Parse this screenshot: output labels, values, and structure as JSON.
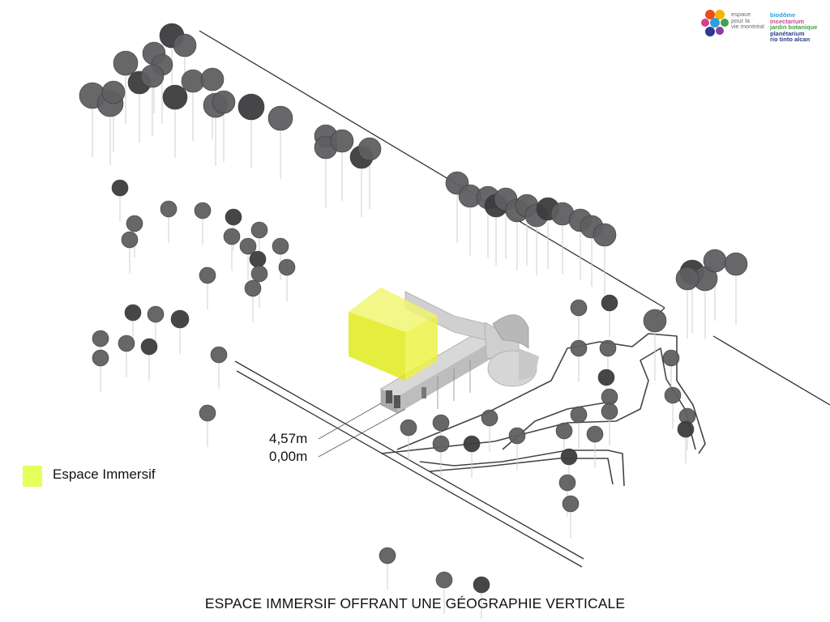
{
  "logo": {
    "org_lines": [
      "espace",
      "pour la",
      "vie montréal"
    ],
    "brands": [
      {
        "name": "biodôme",
        "color": "#2e9fd8"
      },
      {
        "name": "insectarium",
        "color": "#d43f8d"
      },
      {
        "name": "jardin botanique",
        "color": "#3aa447"
      },
      {
        "name": "planétarium",
        "color": "#2b3c8f"
      },
      {
        "name": "rio tinto alcan",
        "color": "#2b3c8f"
      }
    ]
  },
  "elevations": {
    "upper": "4,57m",
    "ground": "0,00m"
  },
  "legend": {
    "label": "Espace Immersif",
    "color": "#e6ff5a"
  },
  "caption": "ESPACE IMMERSIF OFFRANT UNE GÉOGRAPHIE VERTICALE",
  "colors": {
    "tree": "#5f5f62",
    "tree_dark": "#3c3c3f",
    "building": "#c4c4c4",
    "immersive": "#e6f01c"
  }
}
